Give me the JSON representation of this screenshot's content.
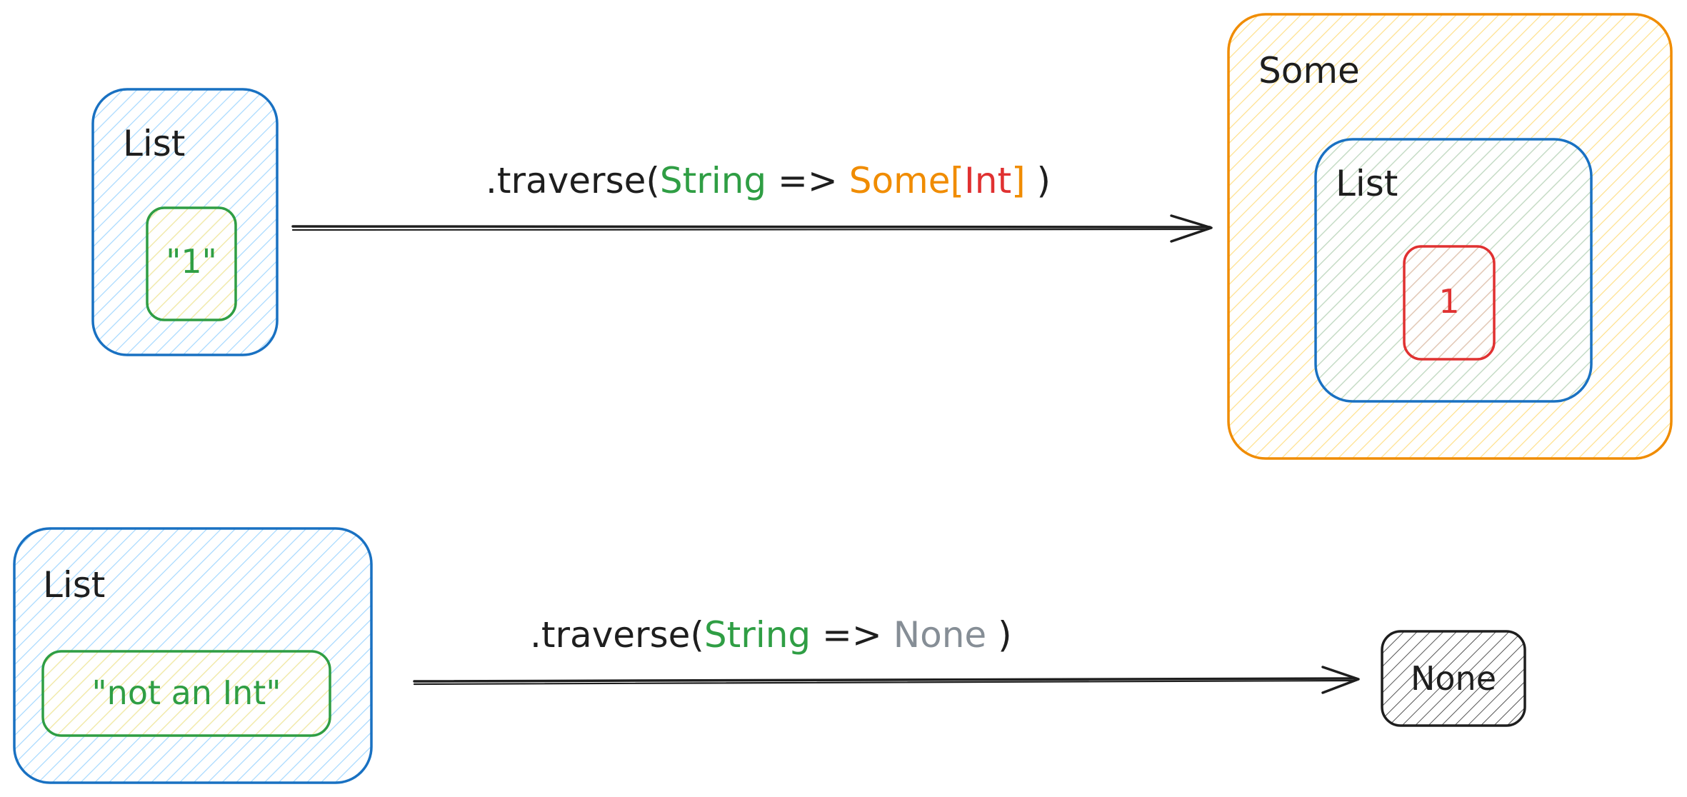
{
  "colors": {
    "blue": "#1971c2",
    "blue_fill": "#a5d8ff",
    "green": "#2f9e44",
    "green_fill": "#b2f2bb",
    "orange": "#f08c00",
    "orange_fill": "#ffec99",
    "red": "#e03131",
    "red_fill": "#ffc9c9",
    "gray": "#868e96",
    "dark": "#1e1e1e"
  },
  "top": {
    "source_list_label": "List",
    "source_element": "\"1\"",
    "arrow_label": {
      "method": ".traverse(",
      "param_type": "String",
      "arrow": " => ",
      "result_outer": "Some",
      "bracket_open": "[",
      "result_inner": "Int",
      "bracket_close": "]",
      "close": " )"
    },
    "result_some_label": "Some",
    "result_list_label": "List",
    "result_element": "1"
  },
  "bottom": {
    "source_list_label": "List",
    "source_element": "\"not an Int\"",
    "arrow_label": {
      "method": ".traverse(",
      "param_type": "String",
      "arrow": " => ",
      "result": "None",
      "close": " )"
    },
    "result_none_label": "None"
  }
}
